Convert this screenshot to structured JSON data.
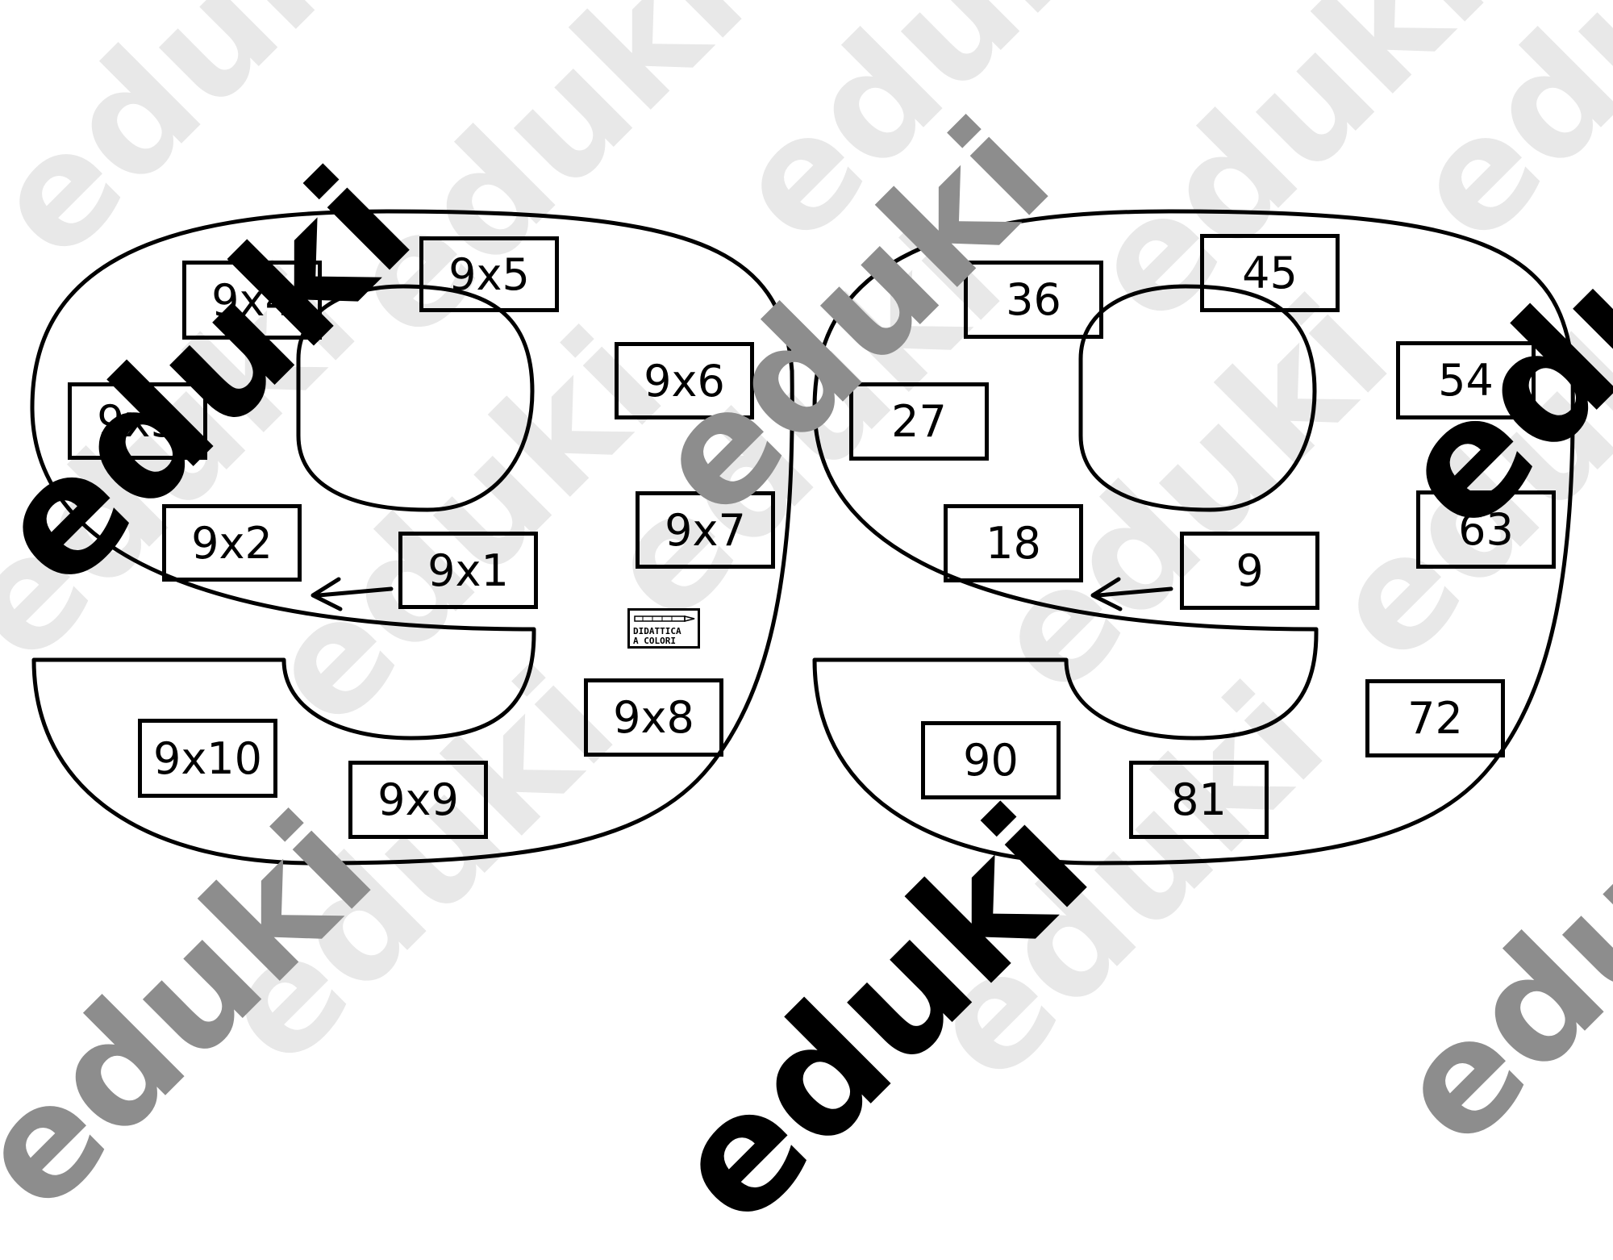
{
  "watermark": {
    "text": "eduki"
  },
  "logo": {
    "line1": "DIDATTICA",
    "line2": "A COLORI"
  },
  "left_nine": {
    "boxes": [
      {
        "id": "9x4",
        "label": "9x4"
      },
      {
        "id": "9x5",
        "label": "9x5"
      },
      {
        "id": "9x3",
        "label": "9x3"
      },
      {
        "id": "9x6",
        "label": "9x6"
      },
      {
        "id": "9x2",
        "label": "9x2"
      },
      {
        "id": "9x1",
        "label": "9x1"
      },
      {
        "id": "9x7",
        "label": "9x7"
      },
      {
        "id": "9x8",
        "label": "9x8"
      },
      {
        "id": "9x10",
        "label": "9x10"
      },
      {
        "id": "9x9",
        "label": "9x9"
      }
    ]
  },
  "right_nine": {
    "boxes": [
      {
        "id": "36",
        "label": "36"
      },
      {
        "id": "45",
        "label": "45"
      },
      {
        "id": "27",
        "label": "27"
      },
      {
        "id": "54",
        "label": "54"
      },
      {
        "id": "18",
        "label": "18"
      },
      {
        "id": "9",
        "label": "9"
      },
      {
        "id": "63",
        "label": "63"
      },
      {
        "id": "72",
        "label": "72"
      },
      {
        "id": "90",
        "label": "90"
      },
      {
        "id": "81",
        "label": "81"
      }
    ]
  }
}
